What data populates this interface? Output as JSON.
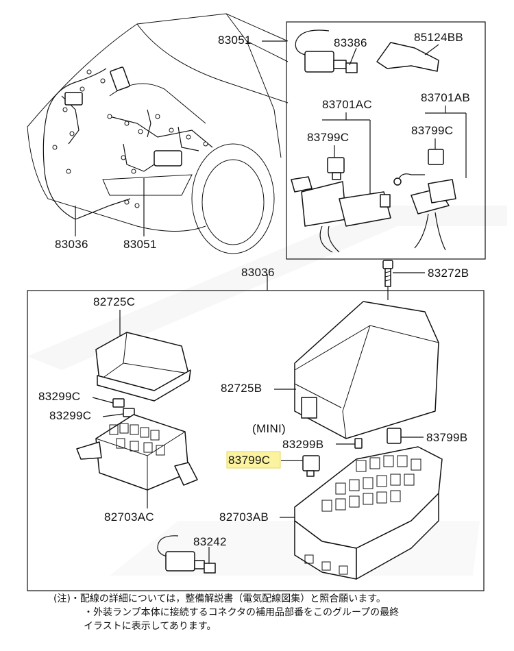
{
  "labels": {
    "p83051_top": "83051",
    "p83386": "83386",
    "p85124BB": "85124BB",
    "p83701AC": "83701AC",
    "p83701AB": "83701AB",
    "p83799C_left": "83799C",
    "p83799C_right": "83799C",
    "p83036_car": "83036",
    "p83051_car": "83051",
    "p83036_box": "83036",
    "p83272B": "83272B",
    "p82725C": "82725C",
    "p82725B": "82725B",
    "p83299C_a": "83299C",
    "p83299C_b": "83299C",
    "mini": "(MINI)",
    "p83299B": "83299B",
    "p83799B": "83799B",
    "p83799C_highlight": "83799C",
    "p82703AC": "82703AC",
    "p82703AB": "82703AB",
    "p83242": "83242"
  },
  "notes": {
    "line1": "(注)・配線の詳細については，整備解説書（電気配線図集）と照合願います。",
    "line2": "・外装ランプ本体に接続するコネクタの補用品部番をこのグループの最終",
    "line3": "イラストに表示してあります。"
  },
  "colors": {
    "highlight": "#fbf3a0",
    "ink": "#111111"
  }
}
